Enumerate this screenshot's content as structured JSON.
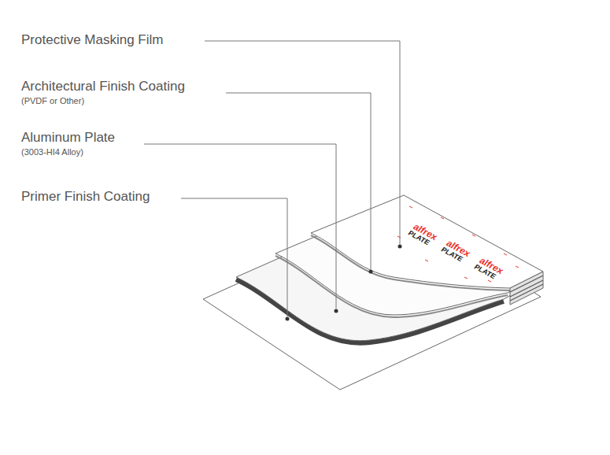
{
  "diagram": {
    "labels": [
      "Protective Masking Film",
      "Architectural Finish Coating",
      "(PVDF or Other)",
      "Aluminum Plate",
      "(3003-HI4 Alloy)",
      "Primer Finish Coating",
      "alfrex",
      "PLATE",
      "alfrex",
      "PLATE",
      "alfrex",
      "PLATE"
    ]
  }
}
